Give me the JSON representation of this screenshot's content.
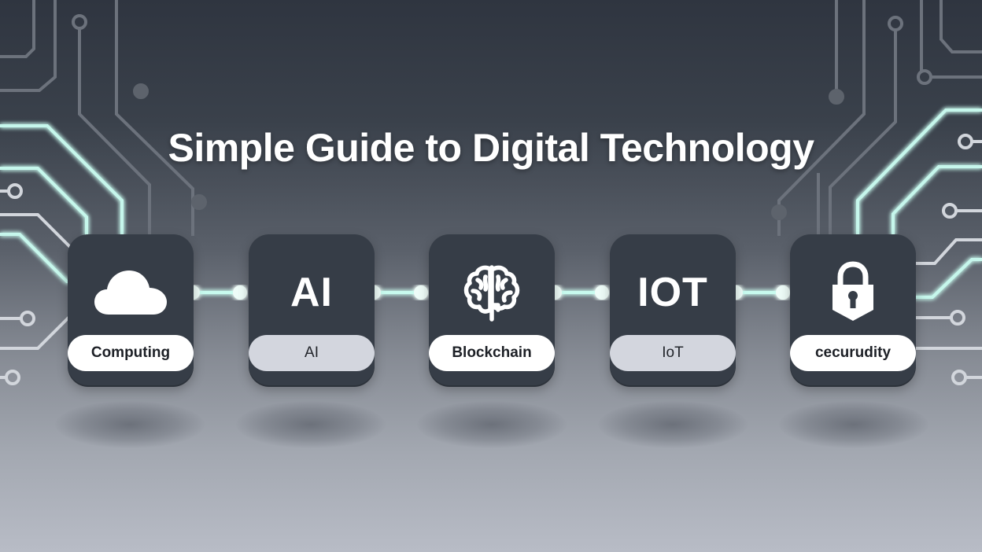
{
  "title": "Simple Guide to Digital Technology",
  "colors": {
    "background_top": "#2f3540",
    "background_bottom": "#b8bcc6",
    "card": "#363d47",
    "pill_light": "#ffffff",
    "pill_muted": "#d3d6de",
    "glow_accent": "#8ff0dc",
    "trace_dim": "#6e747e",
    "trace_light": "#d2d6dc"
  },
  "cards": [
    {
      "icon": "cloud-icon",
      "glyph_text": "",
      "label": "Computing",
      "label_style": "light"
    },
    {
      "icon": "ai-text-icon",
      "glyph_text": "AI",
      "label": "AI",
      "label_style": "muted"
    },
    {
      "icon": "brain-icon",
      "glyph_text": "",
      "label": "Blockchain",
      "label_style": "light"
    },
    {
      "icon": "iot-text-icon",
      "glyph_text": "IOT",
      "label": "IoT",
      "label_style": "muted"
    },
    {
      "icon": "padlock-shield-icon",
      "glyph_text": "",
      "label": "cecurudity",
      "label_style": "light"
    }
  ],
  "connectors": 4
}
